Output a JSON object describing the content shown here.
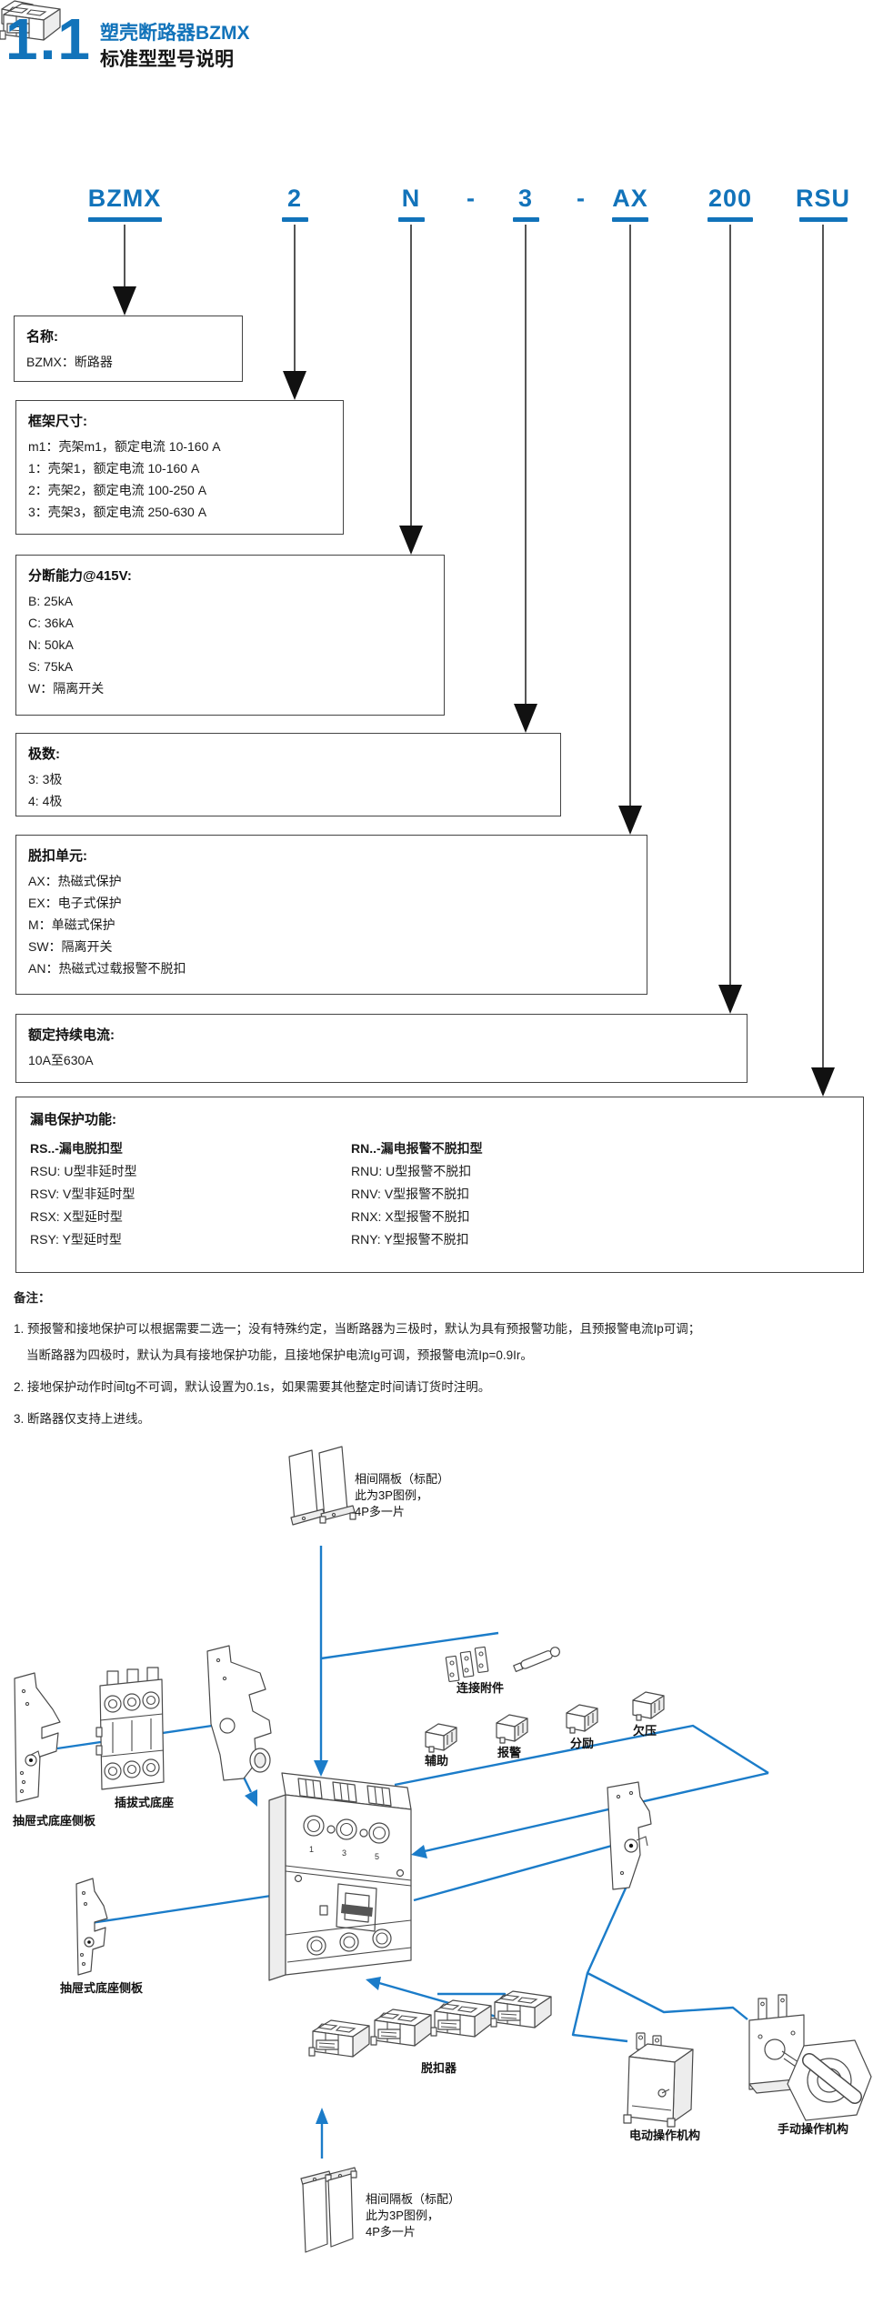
{
  "header": {
    "section_number": "1.1",
    "title": "塑壳断路器BZMX",
    "subtitle": "标准型型号说明"
  },
  "model_code": {
    "segments": [
      "BZMX",
      "2",
      "N",
      "-",
      "3",
      "-",
      "AX",
      "200",
      "RSU"
    ]
  },
  "boxes": [
    {
      "title": "名称:",
      "lines": [
        "BZMX：断路器"
      ]
    },
    {
      "title": "框架尺寸:",
      "lines": [
        "m1：壳架m1，额定电流 10-160 A",
        "1：壳架1，额定电流 10-160 A",
        "2：壳架2，额定电流 100-250 A",
        "3：壳架3，额定电流 250-630 A"
      ]
    },
    {
      "title": "分断能力@415V:",
      "lines": [
        "B: 25kA",
        "C: 36kA",
        "N: 50kA",
        "S: 75kA",
        "W：隔离开关"
      ]
    },
    {
      "title": "极数:",
      "lines": [
        "3: 3极",
        "4: 4极"
      ]
    },
    {
      "title": "脱扣单元:",
      "lines": [
        "AX：热磁式保护",
        "EX：电子式保护",
        "M：单磁式保护",
        "SW：隔离开关",
        "AN：热磁式过载报警不脱扣"
      ]
    },
    {
      "title": "额定持续电流:",
      "lines": [
        "10A至630A"
      ]
    },
    {
      "title": "漏电保护功能:",
      "left_header": "RS..-漏电脱扣型",
      "left_lines": [
        "RSU: U型非延时型",
        "RSV: V型非延时型",
        "RSX: X型延时型",
        "RSY: Y型延时型"
      ],
      "right_header": "RN..-漏电报警不脱扣型",
      "right_lines": [
        "RNU: U型报警不脱扣",
        "RNV: V型报警不脱扣",
        "RNX: X型报警不脱扣",
        "RNY: Y型报警不脱扣"
      ]
    }
  ],
  "notes": {
    "heading": "备注：",
    "items": [
      "1. 预报警和接地保护可以根据需要二选一；没有特殊约定，当断路器为三极时，默认为具有预报警功能，且预报警电流Ip可调；",
      "当断路器为四极时，默认为具有接地保护功能，且接地保护电流Ig可调，预报警电流Ip=0.9Ir。",
      "2. 接地保护动作时间tg不可调，默认设置为0.1s，如果需要其他整定时间请订货时注明。",
      "3. 断路器仅支持上进线。"
    ]
  },
  "diagram": {
    "separator_top": [
      "相间隔板（标配）",
      "此为3P图例，",
      "4P多一片"
    ],
    "separator_bottom": [
      "相间隔板（标配）",
      "此为3P图例，",
      "4P多一片"
    ],
    "connection_accessories": "连接附件",
    "auxiliary": "辅助",
    "alarm": "报警",
    "shunt": "分励",
    "undervoltage": "欠压",
    "plug_in_base": "插拔式底座",
    "drawer_side_plate_left": "抽屉式底座侧板",
    "drawer_side_plate_lower": "抽屉式底座侧板",
    "trip_units": "脱扣器",
    "motor_operator": "电动操作机构",
    "manual_operator": "手动操作机构",
    "breaker_terminals": [
      "1",
      "3",
      "5"
    ]
  },
  "colors": {
    "accent_blue": "#1273BA",
    "diagram_blue": "#1B7CC9",
    "arrow_black": "#222222",
    "box_border": "#444444"
  }
}
